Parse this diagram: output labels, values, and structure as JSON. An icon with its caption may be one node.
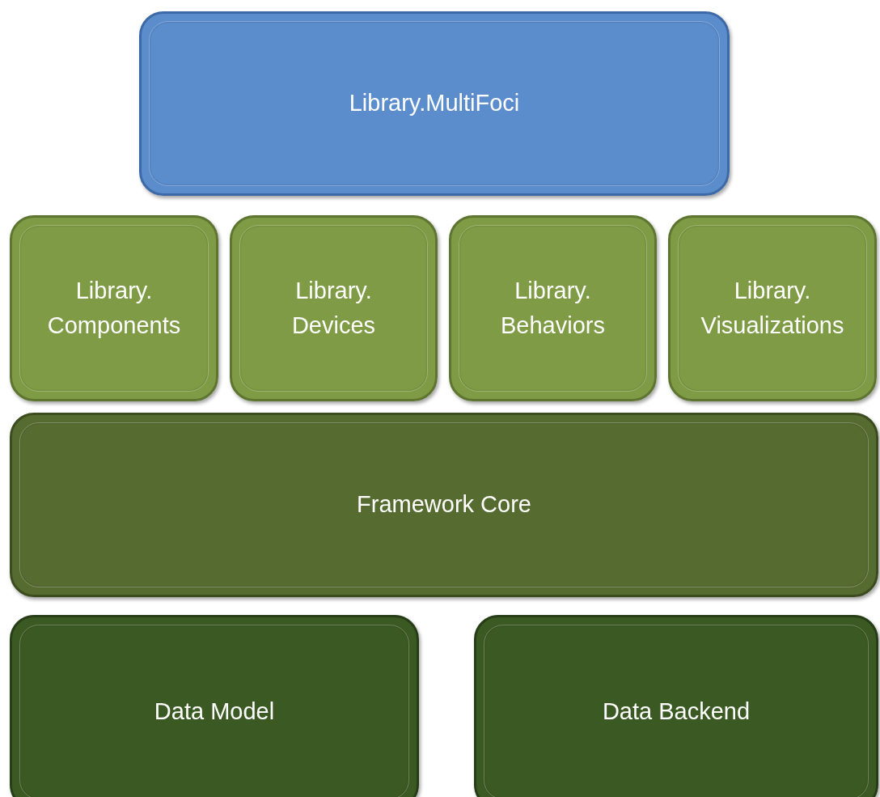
{
  "diagram": {
    "nodes": [
      {
        "text": [
          "Library.MultiFoci"
        ]
      },
      {
        "text": [
          "Library. Components"
        ]
      },
      {
        "text": [
          "Library. Devices"
        ]
      },
      {
        "text": [
          "Library. Behaviors"
        ]
      },
      {
        "text": [
          "Library. Visualizations"
        ]
      },
      {
        "text": [
          "Framework Core"
        ]
      },
      {
        "text": [
          "Data Model"
        ]
      },
      {
        "text": [
          "Data Backend"
        ]
      }
    ]
  }
}
